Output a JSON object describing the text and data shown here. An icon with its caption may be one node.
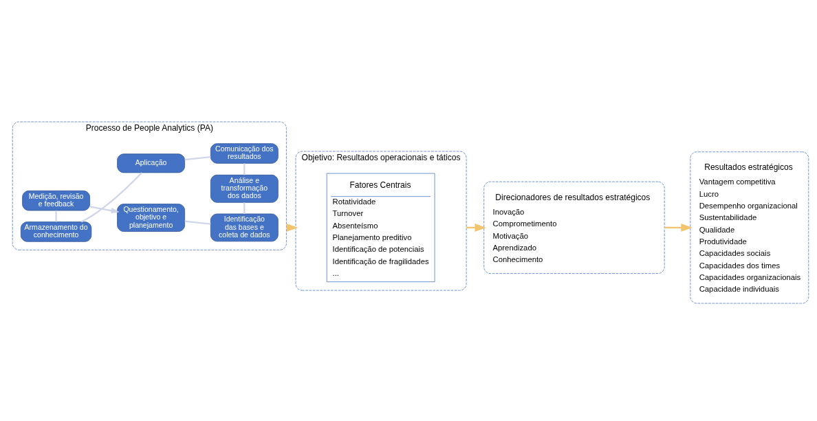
{
  "diagram": {
    "nodes": [
      {
        "text": [
          "Processo de People Analytics (PA)"
        ]
      },
      {
        "text": [
          "Questionamento, objetivo e planejamento"
        ],
        "in": 0
      },
      {
        "text": [
          "Identificação das bases e coleta de dados"
        ],
        "in": 0
      },
      {
        "text": [
          "Análise e transformação dos dados"
        ],
        "in": 0
      },
      {
        "text": [
          "Comunicação dos resultados"
        ],
        "in": 0
      },
      {
        "text": [
          "Aplicação"
        ],
        "in": 0
      },
      {
        "text": [
          "Armazenamento do conhecimento"
        ],
        "in": 0
      },
      {
        "text": [
          "Medição, revisão e feedback"
        ],
        "in": 0
      },
      {
        "text": [
          "Objetivo: Resultados operacionais e táticos"
        ]
      },
      {
        "text": [
          "Fatores Centrais",
          "Rotatividade",
          "Turnover",
          "Absenteísmo",
          "Planejamento preditivo",
          "Identificação de potenciais",
          "Identificação de fragilidades",
          "..."
        ],
        "in": 8
      },
      {
        "text": [
          "Direcionadores de resultados estratégicos",
          "Inovação",
          "Comprometimento",
          "Motivação",
          "Aprendizado",
          "Conhecimento"
        ]
      },
      {
        "text": [
          "Resultados estratégicos",
          "Vantagem competitiva",
          "Lucro",
          "Desempenho organizacional",
          "Sustentabilidade",
          "Qualidade",
          "Produtividade",
          "Capacidades sociais",
          "Capacidades dos times",
          "Capacidades organizacionais",
          "Capacidade individuais"
        ]
      }
    ],
    "edges": [
      {
        "from": 1,
        "to": 2,
        "arrow": "none"
      },
      {
        "from": 2,
        "to": 3,
        "arrow": "none"
      },
      {
        "from": 3,
        "to": 4,
        "arrow": "none"
      },
      {
        "from": 4,
        "to": 5,
        "arrow": "none"
      },
      {
        "from": 5,
        "to": 6,
        "arrow": "none"
      },
      {
        "from": 6,
        "to": 7,
        "arrow": "none"
      },
      {
        "from": 7,
        "to": 1,
        "arrow": "to"
      },
      {
        "from": 0,
        "to": 8,
        "arrow": "to",
        "color": "#f2c46d"
      },
      {
        "from": 8,
        "to": 10,
        "arrow": "to",
        "color": "#f2c46d"
      },
      {
        "from": 10,
        "to": 11,
        "arrow": "to",
        "color": "#f2c46d"
      }
    ]
  }
}
